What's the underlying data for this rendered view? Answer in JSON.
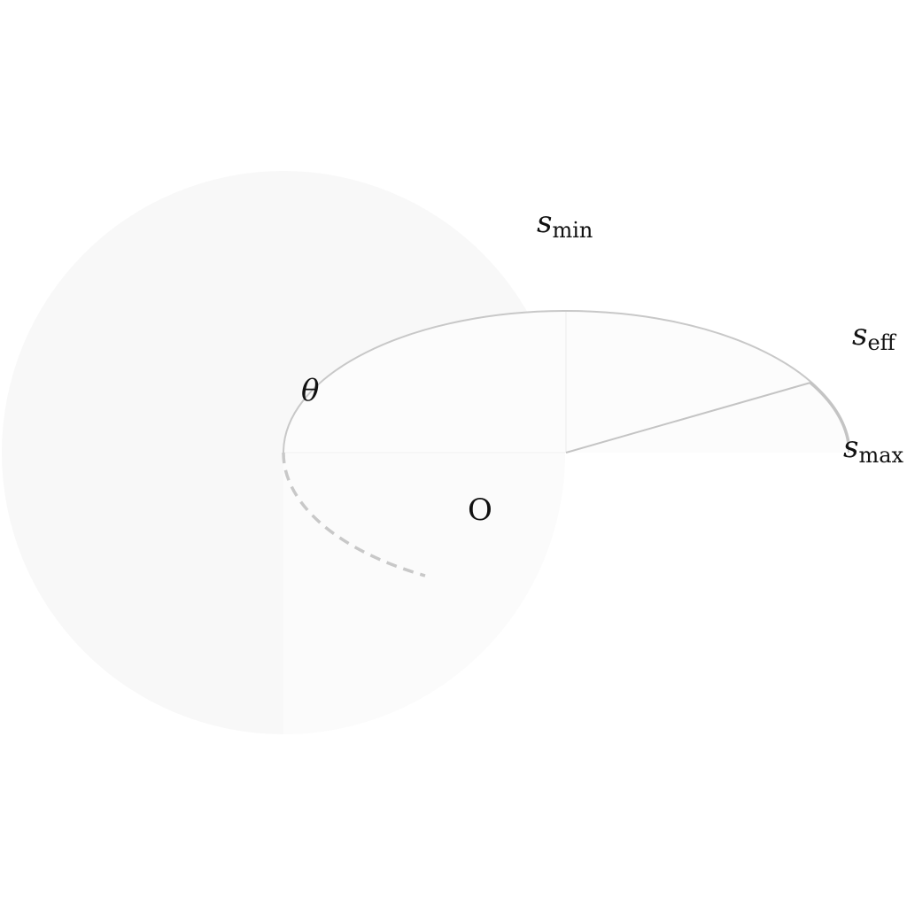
{
  "diagram": {
    "labels": {
      "origin": "O",
      "theta": "θ",
      "s_min_main": "s",
      "s_min_sub": "min",
      "s_eff_main": "s",
      "s_eff_sub": "eff",
      "s_max_main": "s",
      "s_max_sub": "max"
    },
    "colors": {
      "disk_fill": "#f8f8f8",
      "half_ellipse_fill": "#fbfbfb",
      "stroke": "#c8c8c8",
      "text": "#111111"
    }
  }
}
